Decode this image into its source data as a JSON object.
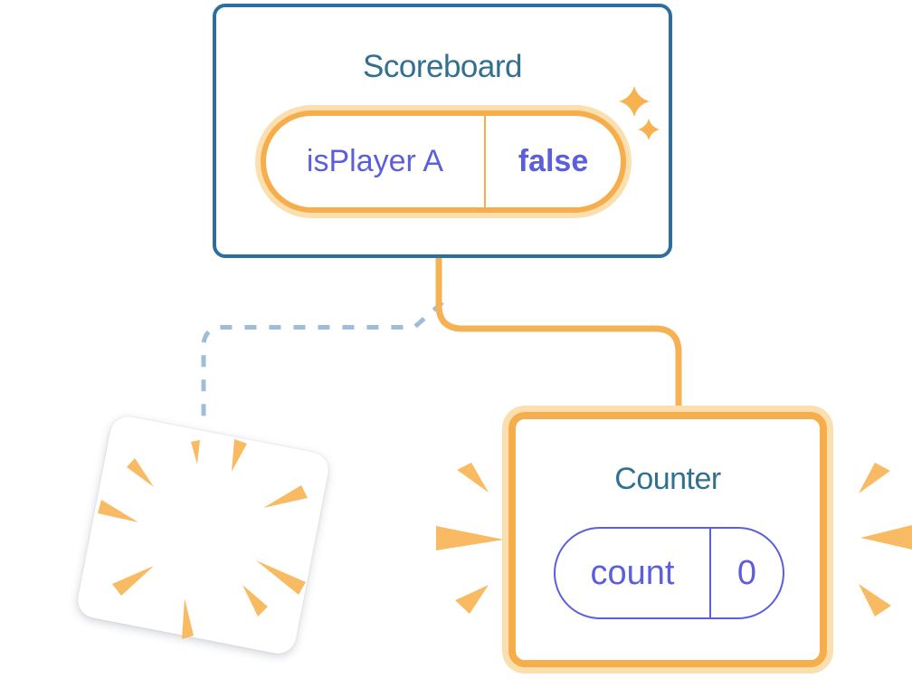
{
  "diagram": {
    "scoreboard": {
      "title": "Scoreboard",
      "state": {
        "name": "isPlayer A",
        "value": "false"
      }
    },
    "counter": {
      "title": "Counter",
      "state": {
        "name": "count",
        "value": "0"
      }
    },
    "icons": {
      "sparkles": "sparkles-icon",
      "poof": "poof-burst-icon",
      "emphasis": "emphasis-burst-icon"
    },
    "connections": [
      {
        "style": "dashed",
        "meaning": "removed-subtree"
      },
      {
        "style": "solid",
        "meaning": "newly-created-subtree"
      }
    ]
  },
  "colors": {
    "blueBorder": "#2e6e9e",
    "headingBlue": "#31708f",
    "purple": "#5b5fdb",
    "orangeBorder": "#f6ae4c",
    "orangeGlow": "#fcdfae",
    "orangeLine": "#f6b155",
    "dashedBlue": "#9fbdd8",
    "burstOrange": "#f8bb63",
    "sparkleOrange": "#f7b14e"
  }
}
